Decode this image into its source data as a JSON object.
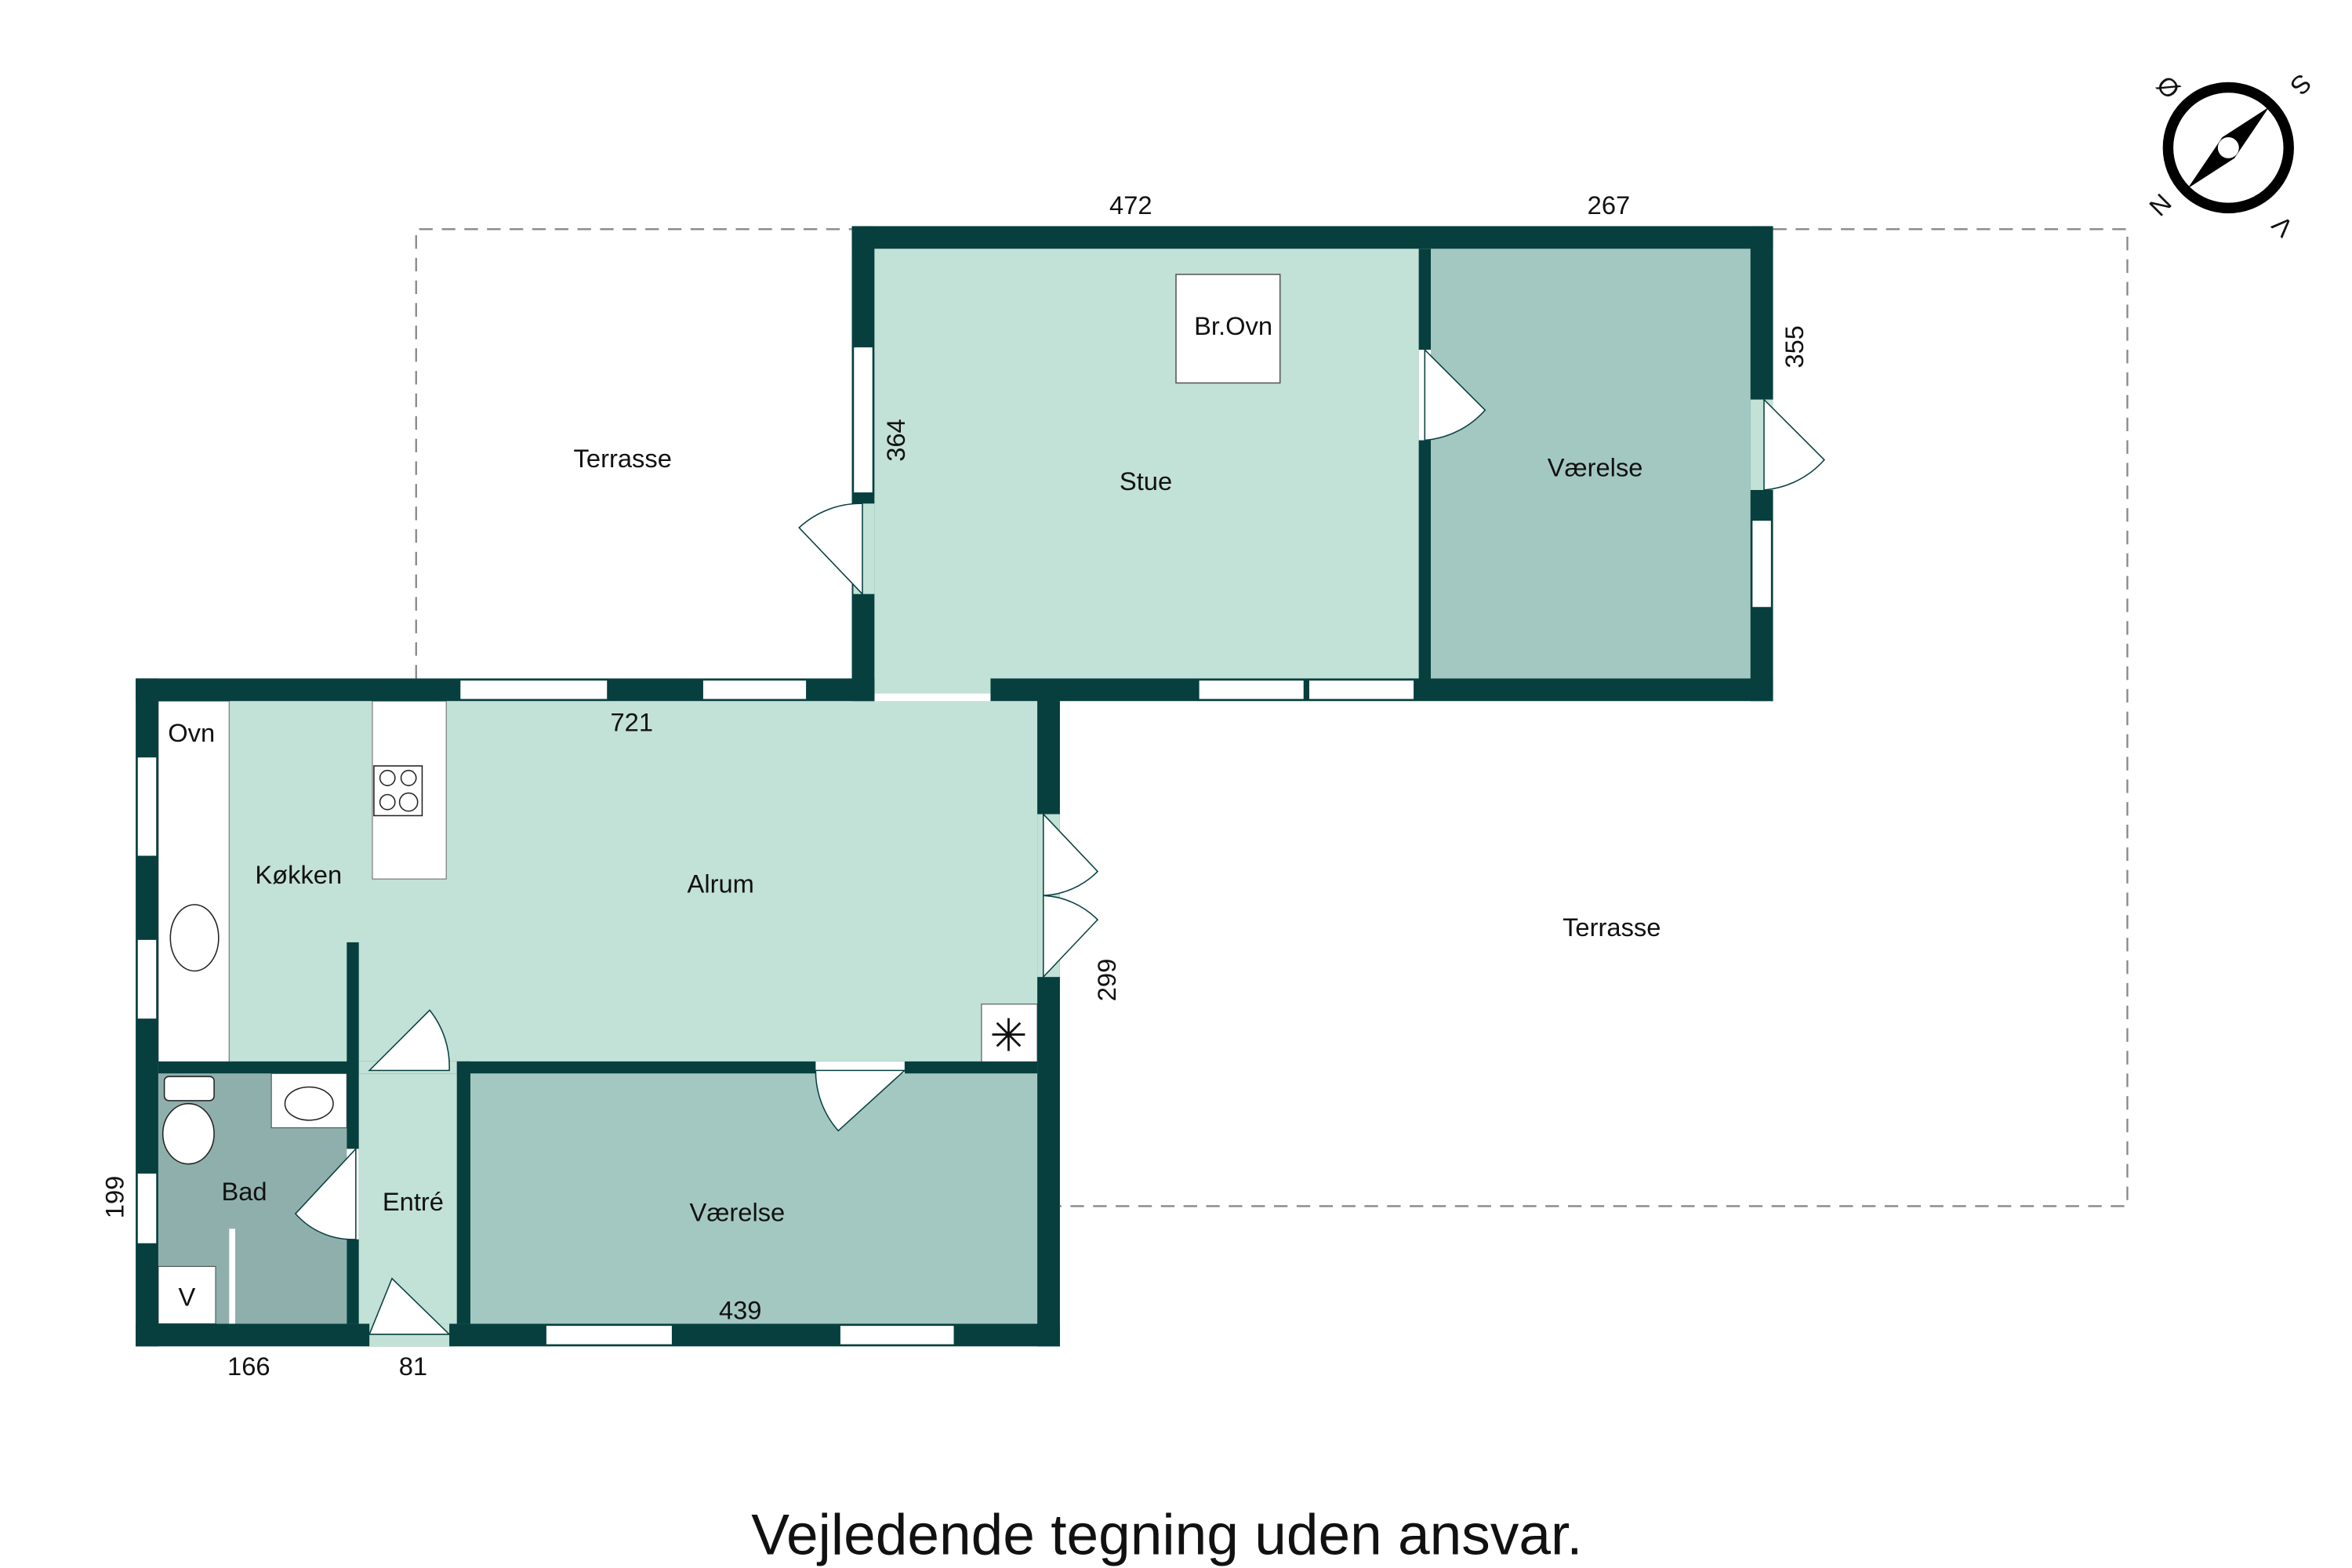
{
  "rooms": {
    "stue": "Stue",
    "vaerelse_top": "Værelse",
    "terrasse_left": "Terrasse",
    "terrasse_right": "Terrasse",
    "koekken": "Køkken",
    "alrum": "Alrum",
    "bad": "Bad",
    "entre": "Entré",
    "vaerelse_bottom": "Værelse"
  },
  "fixtures": {
    "braendeovn": "Br.Ovn",
    "ovn": "Ovn",
    "v": "V"
  },
  "dimensions": {
    "top_stue": "472",
    "top_vaerelse": "267",
    "right_vaerelse": "355",
    "stue_left": "364",
    "alrum_width": "721",
    "alrum_right": "299",
    "vaerelse_bottom": "439",
    "bad_left": "199",
    "bad_bottom": "166",
    "entre_bottom": "81"
  },
  "compass": {
    "n": "N",
    "s": "S",
    "o": "Ø",
    "v": "V"
  },
  "colors": {
    "wall": "#073f3f",
    "living": "#c2e1d7",
    "room": "#a3c8c1",
    "bath": "#8fafac"
  },
  "disclaimer": "Vejledende tegning uden ansvar."
}
